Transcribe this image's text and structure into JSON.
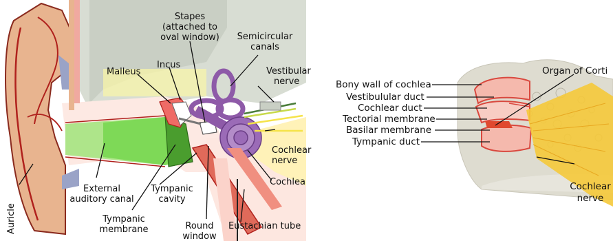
{
  "ear_diagram": {
    "labels": {
      "stapes_1": "Stapes",
      "stapes_2": "(attached to",
      "stapes_3": "oval window)",
      "semicircular_1": "Semicircular",
      "semicircular_2": "canals",
      "malleus": "Malleus",
      "incus": "Incus",
      "vestibular_1": "Vestibular",
      "vestibular_2": "nerve",
      "cochlear_nerve_1": "Cochlear",
      "cochlear_nerve_2": "nerve",
      "cochlea": "Cochlea",
      "external_1": "External",
      "external_2": "auditory canal",
      "tympanic_cavity_1": "Tympanic",
      "tympanic_cavity_2": "cavity",
      "tympanic_membrane_1": "Tympanic",
      "tympanic_membrane_2": "membrane",
      "round_window_1": "Round",
      "round_window_2": "window",
      "eustachian": "Eustachian tube",
      "auricle": "Auricle"
    }
  },
  "cochlea_diagram": {
    "labels": {
      "bony_wall": "Bony wall of cochlea",
      "vestibular_duct": "Vestibulular duct",
      "cochlear_duct": "Cochlear duct",
      "tectorial": "Tectorial membrane",
      "basilar": "Basilar membrane",
      "tympanic_duct": "Tympanic duct",
      "organ_of_corti": "Organ of Corti",
      "cochlear_nerve_1": "Cochlear",
      "cochlear_nerve_2": "nerve"
    }
  },
  "colors": {
    "skin": "#e8b48f",
    "skin_dark": "#b0211d",
    "bone": "#d9dfd2",
    "canal_green": "#7ed957",
    "cochlea_purple": "#8e5aa8",
    "nerve_yellow": "#f5e34a",
    "tube_red": "#e06a5a"
  }
}
